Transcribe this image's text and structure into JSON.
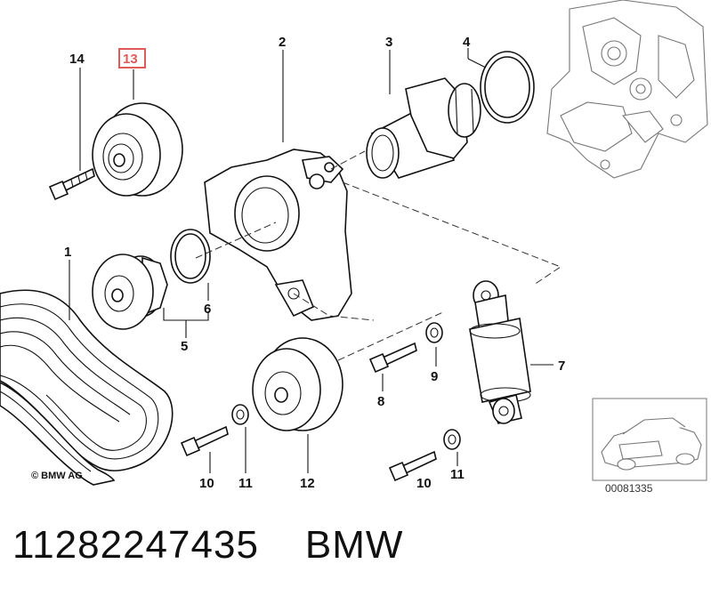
{
  "diagram": {
    "callouts": {
      "c1": "1",
      "c2": "2",
      "c3": "3",
      "c4": "4",
      "c5": "5",
      "c6": "6",
      "c7": "7",
      "c8": "8",
      "c9": "9",
      "c10a": "10",
      "c10b": "10",
      "c11a": "11",
      "c11b": "11",
      "c12": "12",
      "c13": "13",
      "c14": "14"
    },
    "highlighted_callout": "13",
    "highlight_color": "#e05a5a",
    "copyright": "© BMW AG",
    "thumbnail_code": "00081335"
  },
  "caption": {
    "part_number": "11282247435",
    "brand": "BMW"
  }
}
